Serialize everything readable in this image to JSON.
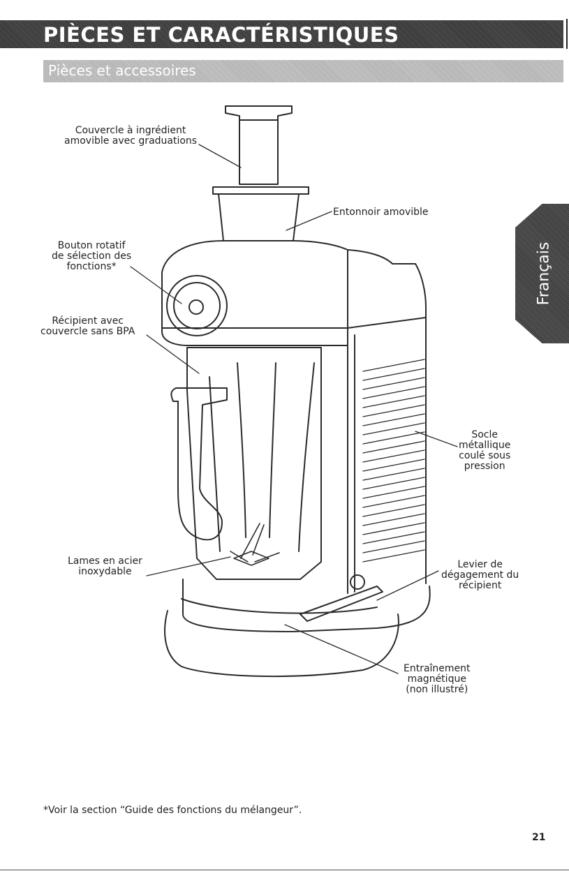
{
  "page_title": "PIÈCES ET CARACTÉRISTIQUES",
  "section_title": "Pièces et accessoires",
  "language_tab": "Français",
  "labels": {
    "couvercle_ingredient": [
      "Couvercle à ingrédient",
      "amovible avec graduations"
    ],
    "entonnoir": [
      "Entonnoir amovible"
    ],
    "bouton_rotatif": [
      "Bouton rotatif",
      "de sélection des",
      "fonctions*"
    ],
    "recipient": [
      "Récipient avec",
      "couvercle sans BPA"
    ],
    "socle": [
      "Socle",
      "métallique",
      "coulé sous",
      "pression"
    ],
    "lames": [
      "Lames en acier",
      "inoxydable"
    ],
    "levier": [
      "Levier de",
      "dégagement du",
      "récipient"
    ],
    "entrainement": [
      "Entraînement",
      "magnétique",
      "(non illustré)"
    ]
  },
  "footnote": "*Voir la section “Guide des fonctions du mélangeur”.",
  "page_number": "21",
  "colors": {
    "title_bar": "#3a3a3a",
    "section_bar": "#bdbdbd",
    "line_art": "#2a2a2a"
  }
}
